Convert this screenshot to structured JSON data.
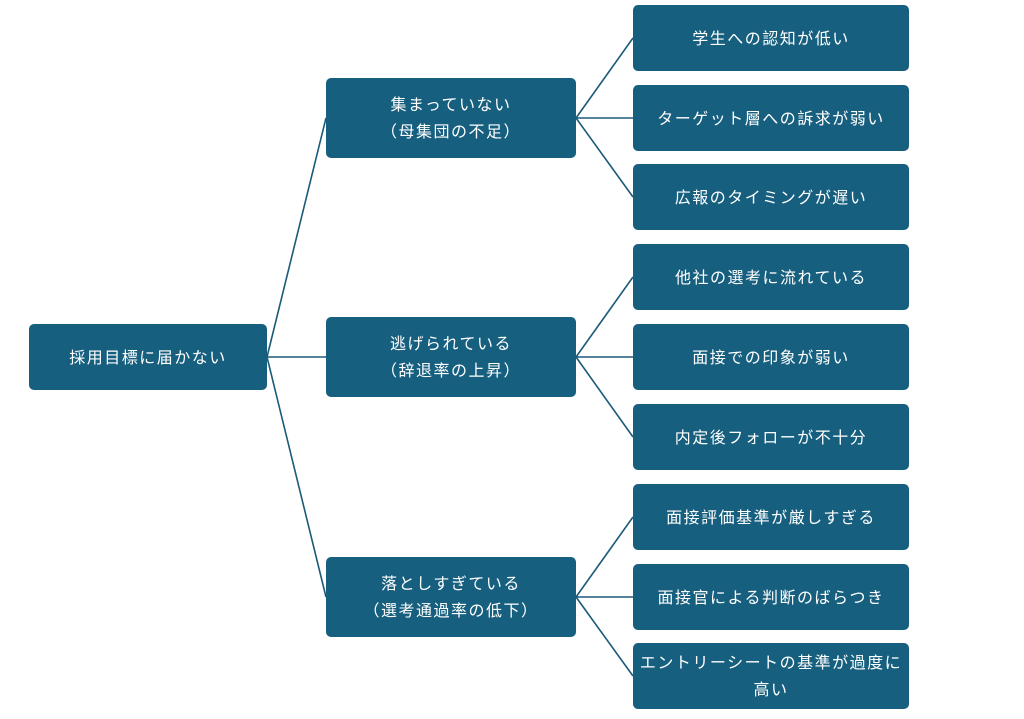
{
  "root": {
    "label": "採用目標に届かない"
  },
  "branches": [
    {
      "line1": "集まっていない",
      "line2": "（母集団の不足）",
      "leaves": [
        "学生への認知が低い",
        "ターゲット層への訴求が弱い",
        "広報のタイミングが遅い"
      ]
    },
    {
      "line1": "逃げられている",
      "line2": "（辞退率の上昇）",
      "leaves": [
        "他社の選考に流れている",
        "面接での印象が弱い",
        "内定後フォローが不十分"
      ]
    },
    {
      "line1": "落としすぎている",
      "line2": "（選考通過率の低下）",
      "leaves": [
        "面接評価基準が厳しすぎる",
        "面接官による判断のばらつき",
        "エントリーシートの基準が過度に高い"
      ]
    }
  ],
  "colors": {
    "node_fill": "#175f7f",
    "connector": "#1b5a7a",
    "text": "#ffffff"
  }
}
